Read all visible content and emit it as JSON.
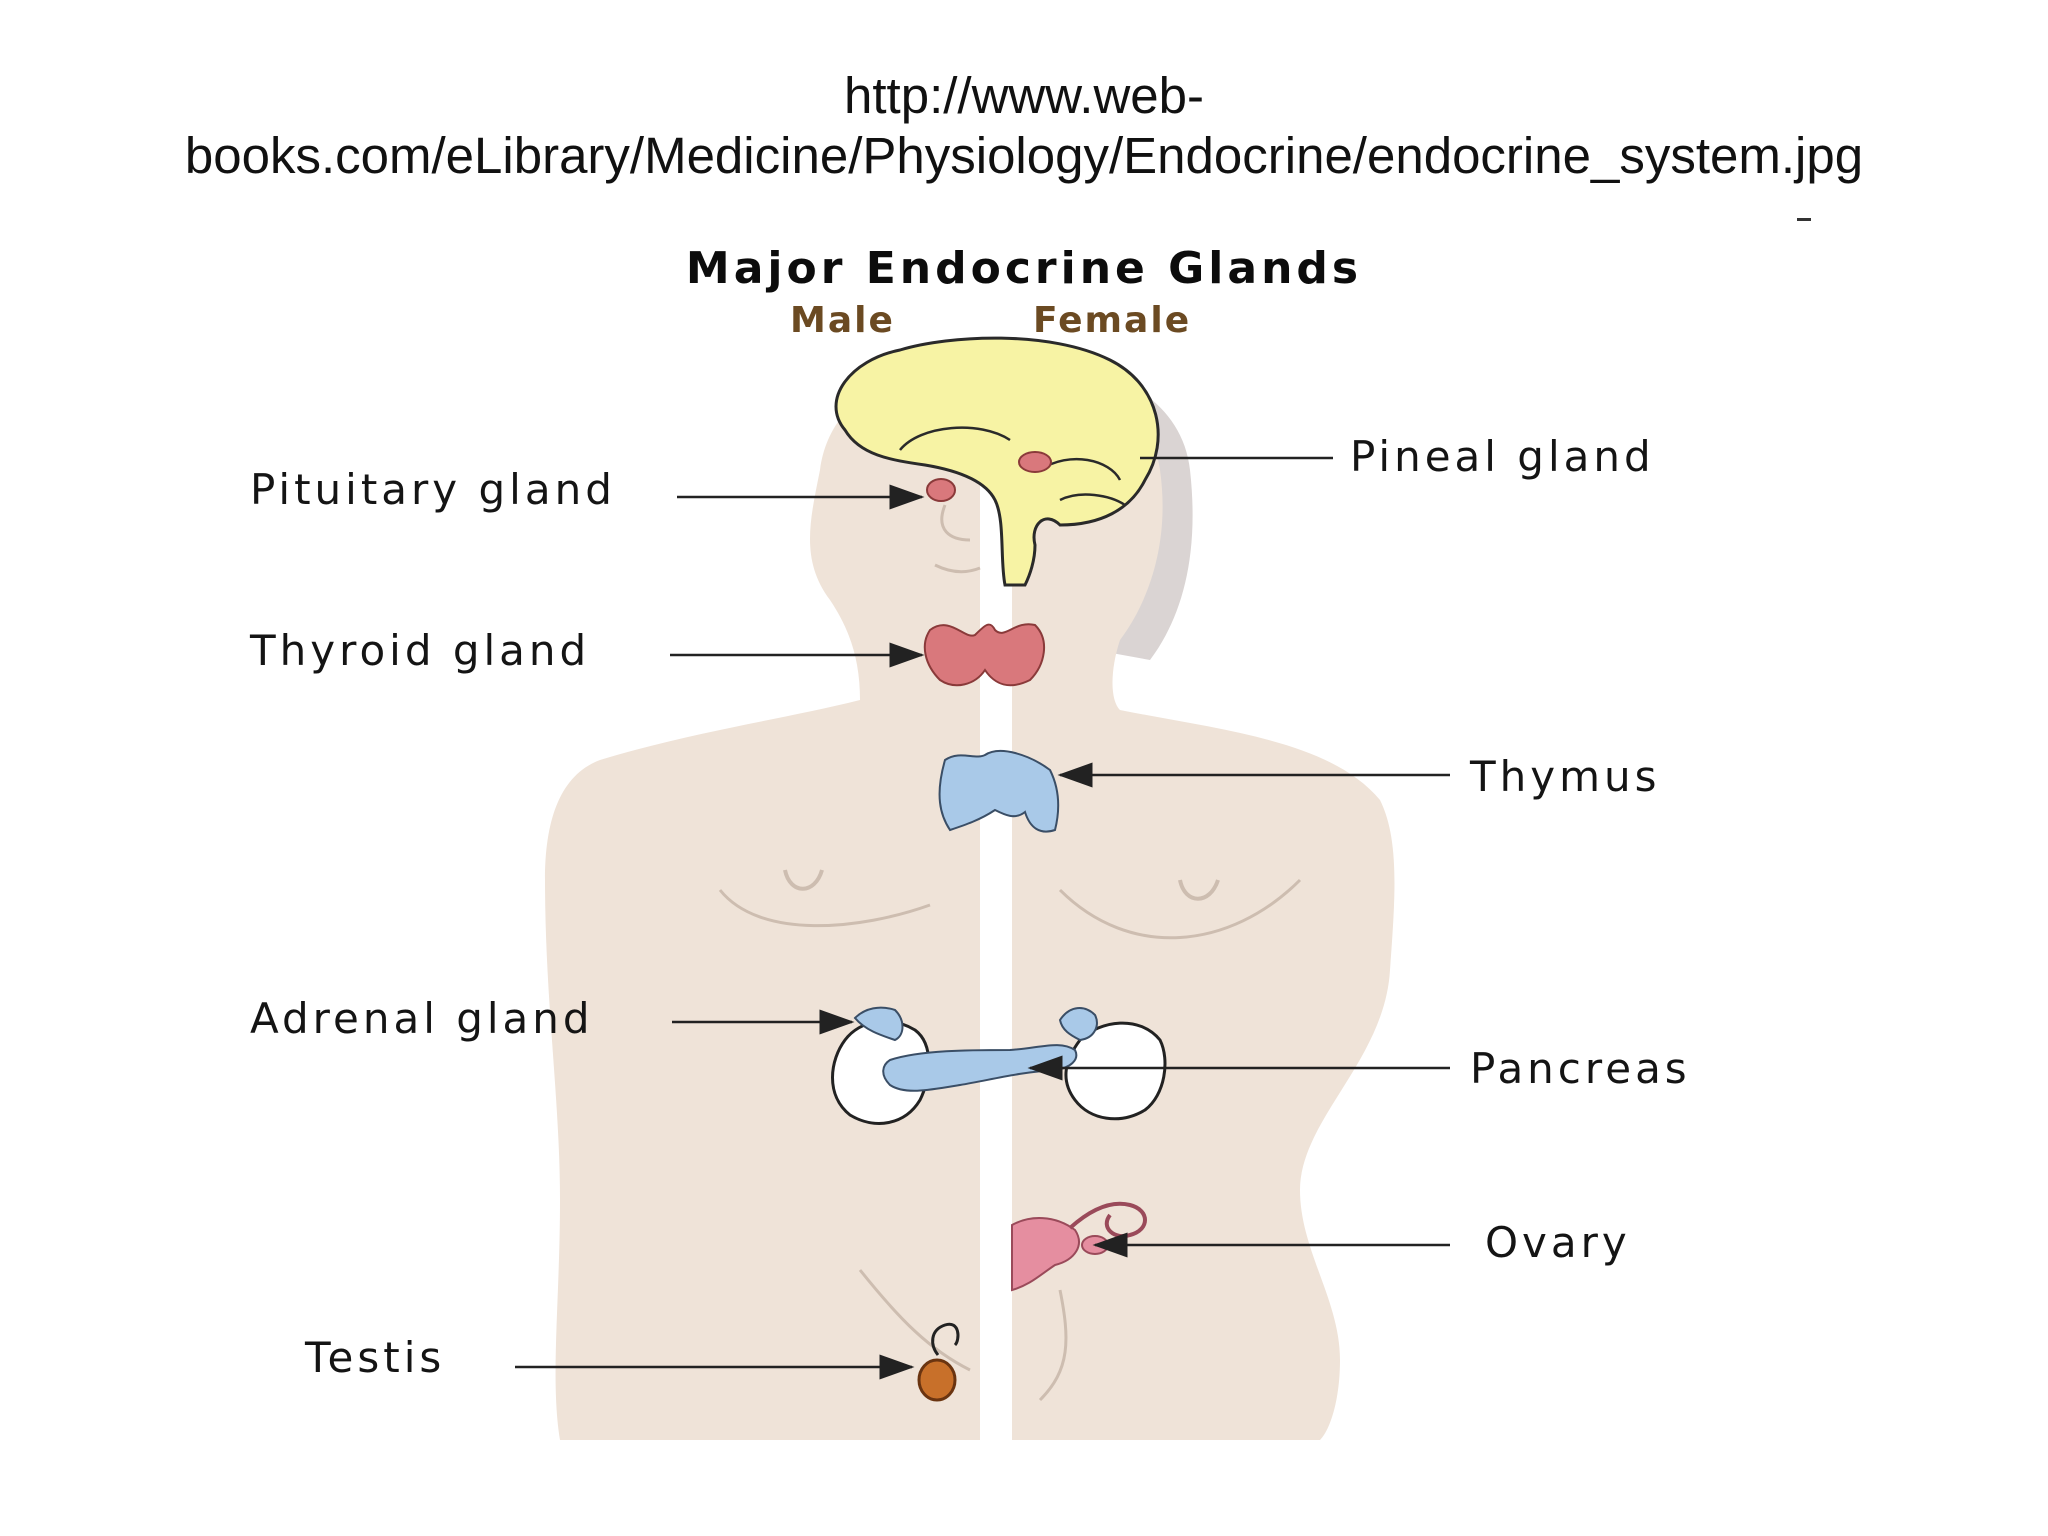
{
  "caption": {
    "line1": "http://www.web-",
    "line2": "books.com/eLibrary/Medicine/Physiology/Endocrine/endocrine_system.jpg"
  },
  "diagram": {
    "title": "Major Endocrine Glands",
    "subtitle_male": "Male",
    "subtitle_female": "Female",
    "labels": {
      "pineal": "Pineal gland",
      "pituitary": "Pituitary gland",
      "thyroid": "Thyroid gland",
      "thymus": "Thymus",
      "adrenal": "Adrenal gland",
      "pancreas": "Pancreas",
      "ovary": "Ovary",
      "testis": "Testis"
    }
  },
  "colors": {
    "skin": "#efe3d8",
    "brain": "#f7f3a4",
    "gland_red": "#d9787c",
    "gland_blue": "#a9c9e8",
    "testis": "#c8702a",
    "hair": "#d9d4d4"
  }
}
